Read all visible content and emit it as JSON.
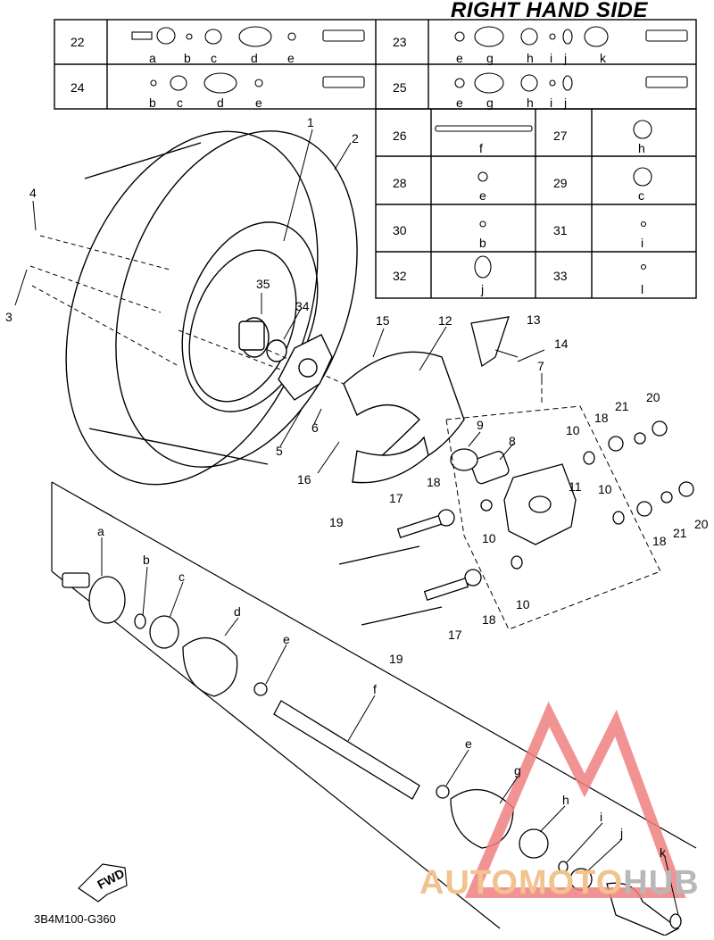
{
  "title": "RIGHT HAND SIDE",
  "figure_code": "3B4M100-G360",
  "watermark": {
    "part1": "AUTOMOTO",
    "part2": "HUB",
    "color1": "#f2c28f",
    "color2": "#b8b8b8",
    "logo_color": "#f08080"
  },
  "fwd_label": "FWD",
  "kit_rows_wide": [
    {
      "num": "22",
      "letters": [
        "a",
        "b",
        "c",
        "d",
        "e"
      ]
    },
    {
      "num": "23",
      "letters": [
        "e",
        "g",
        "h",
        "i",
        "j",
        "k"
      ]
    },
    {
      "num": "24",
      "letters": [
        "b",
        "c",
        "d",
        "e"
      ]
    },
    {
      "num": "25",
      "letters": [
        "e",
        "g",
        "h",
        "i",
        "j"
      ]
    }
  ],
  "kit_rows_small": [
    {
      "left_num": "26",
      "left_letter": "f",
      "right_num": "27",
      "right_letter": "h"
    },
    {
      "left_num": "28",
      "left_letter": "e",
      "right_num": "29",
      "right_letter": "c"
    },
    {
      "left_num": "30",
      "left_letter": "b",
      "right_num": "31",
      "right_letter": "i"
    },
    {
      "left_num": "32",
      "left_letter": "j",
      "right_num": "33",
      "right_letter": "l"
    }
  ],
  "callouts": {
    "c1": "1",
    "c2": "2",
    "c3": "3",
    "c4": "4",
    "c5": "5",
    "c6": "6",
    "c7": "7",
    "c8": "8",
    "c9": "9",
    "c10a": "10",
    "c10b": "10",
    "c10c": "10",
    "c10d": "10",
    "c11": "11",
    "c12": "12",
    "c13": "13",
    "c14": "14",
    "c15": "15",
    "c16": "16",
    "c17a": "17",
    "c17b": "17",
    "c18a": "18",
    "c18b": "18",
    "c18c": "18",
    "c18d": "18",
    "c19a": "19",
    "c19b": "19",
    "c20a": "20",
    "c20b": "20",
    "c21a": "21",
    "c21b": "21",
    "c34": "34",
    "c35": "35",
    "la": "a",
    "lb": "b",
    "lc": "c",
    "ld": "d",
    "le1": "e",
    "lf": "f",
    "le2": "e",
    "lg": "g",
    "lh": "h",
    "li": "i",
    "lj": "j",
    "lk": "k"
  }
}
